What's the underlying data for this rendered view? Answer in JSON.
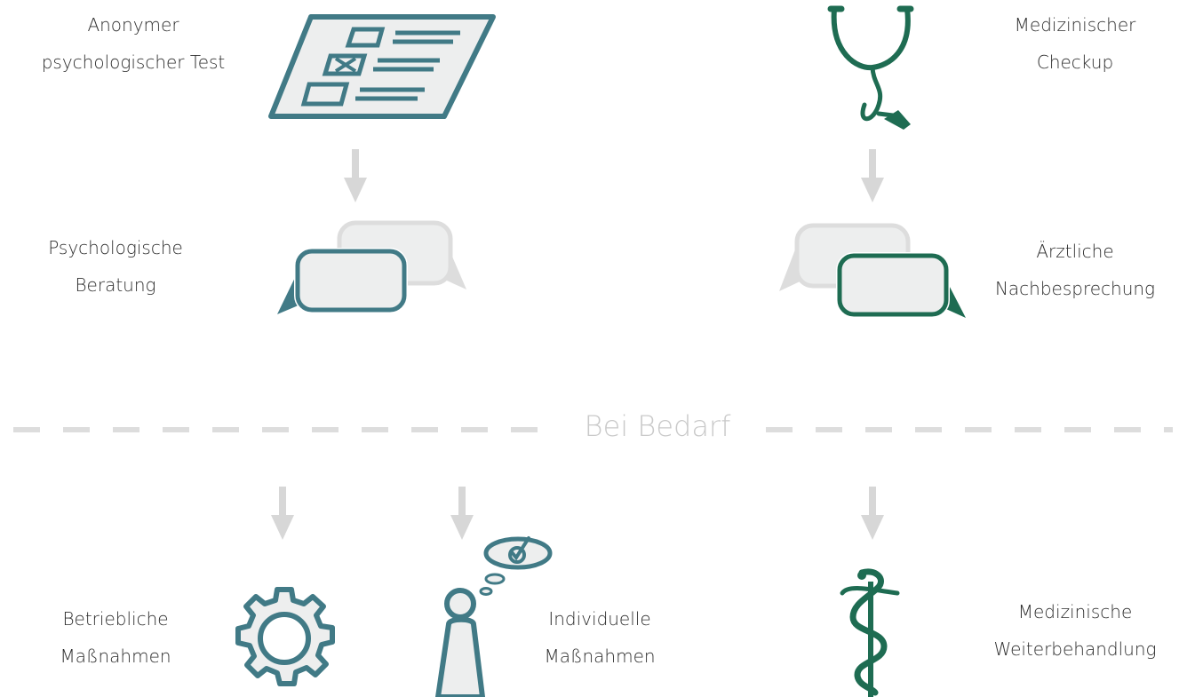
{
  "colors": {
    "teal": "#417a86",
    "green": "#1e6c52",
    "light_gray": "#dddddd",
    "fill_gray": "#edeeee",
    "arrow_gray": "#d7d7d7",
    "text_gray": "#c9c9c9"
  },
  "top_left": {
    "title": [
      "Anonymer",
      "psychologischer Test"
    ],
    "icon": "questionnaire-icon"
  },
  "top_right": {
    "title": [
      "Medizinischer",
      "Checkup"
    ],
    "icon": "stethoscope-icon"
  },
  "middle_left": {
    "title": [
      "Psychologische",
      "Beratung"
    ],
    "icon": "speech-bubbles-icon"
  },
  "middle_right": {
    "title": [
      "Ärztliche",
      "Nachbesprechung"
    ],
    "icon": "speech-bubbles-icon"
  },
  "divider": {
    "label": "Bei Bedarf"
  },
  "bottom_left": {
    "title": [
      "Betriebliche",
      "Maßnahmen"
    ],
    "icon": "gear-icon"
  },
  "bottom_middle": {
    "title": [
      "Individuelle",
      "Maßnahmen"
    ],
    "icon": "person-thought-icon"
  },
  "bottom_right": {
    "title": [
      "Medizinische",
      "Weiterbehandlung"
    ],
    "icon": "caduceus-icon"
  }
}
